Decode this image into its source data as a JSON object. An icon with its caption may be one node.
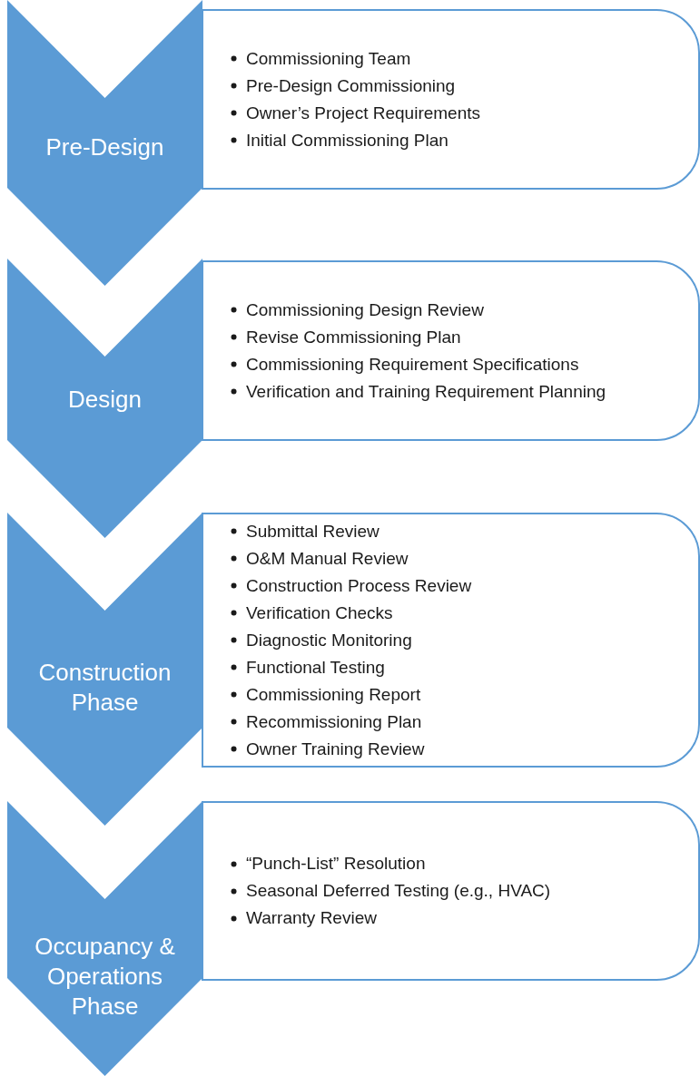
{
  "diagram": {
    "nodes": [
      {
        "text": [
          "Pre-Design"
        ]
      },
      {
        "text": [
          "Commissioning Team",
          "Pre-Design Commissioning",
          "Owner’s Project Requirements",
          "Initial Commissioning Plan"
        ]
      },
      {
        "text": [
          "Design"
        ]
      },
      {
        "text": [
          "Commissioning Design Review",
          "Revise Commissioning Plan",
          "Commissioning Requirement Specifications",
          "Verification and Training Requirement Planning"
        ]
      },
      {
        "text": [
          "Construction Phase"
        ]
      },
      {
        "text": [
          "Submittal Review",
          "O&M Manual Review",
          "Construction Process Review",
          "Verification Checks",
          "Diagnostic Monitoring",
          "Functional Testing",
          "Commissioning Report",
          "Recommissioning Plan",
          "Owner Training Review"
        ]
      },
      {
        "text": [
          "Occupancy & Operations Phase"
        ]
      },
      {
        "text": [
          "“Punch-List” Resolution",
          "Seasonal Deferred Testing (e.g., HVAC)",
          "Warranty Review"
        ]
      }
    ]
  }
}
